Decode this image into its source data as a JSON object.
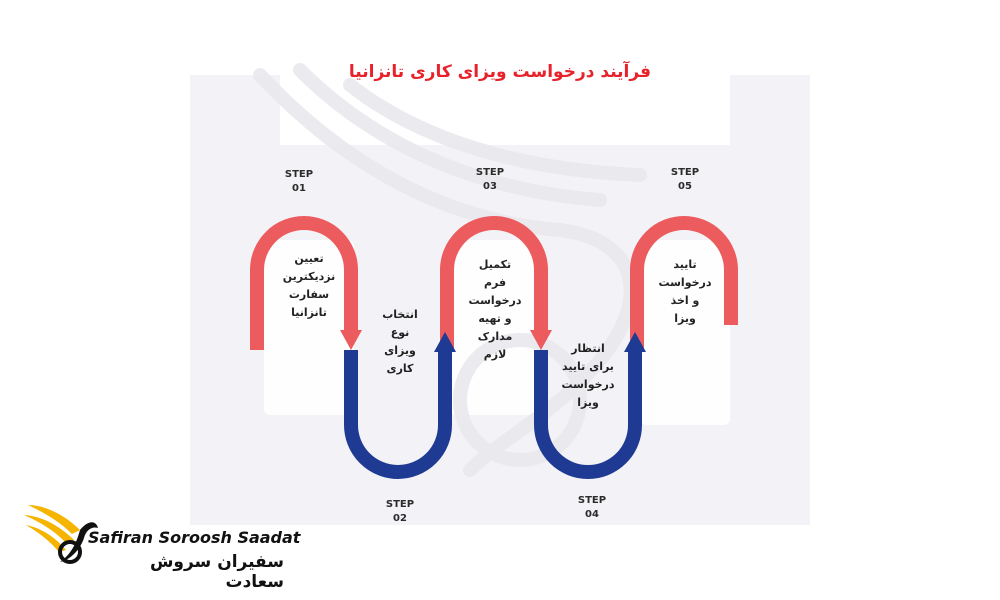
{
  "title": "فرآیند درخواست ویزای کاری تانزانیا",
  "colors": {
    "title": "#e8222a",
    "arc_red": "#ec5b5e",
    "arc_blue": "#1f3a93",
    "logo_gold": "#f5b400"
  },
  "steps": [
    {
      "word": "STEP",
      "number": "01",
      "lines": [
        "تعیین",
        "نزدیکترین",
        "سفارت",
        "تانزانیا"
      ],
      "arc_color": "red"
    },
    {
      "word": "STEP",
      "number": "02",
      "lines": [
        "انتخاب",
        "نوع",
        "ویزای",
        "کاری"
      ],
      "arc_color": "blue"
    },
    {
      "word": "STEP",
      "number": "03",
      "lines": [
        "تکمیل",
        "فرم",
        "درخواست",
        "و تهیه",
        "مدارک",
        "لازم"
      ],
      "arc_color": "red"
    },
    {
      "word": "STEP",
      "number": "04",
      "lines": [
        "انتظار",
        "برای تایید",
        "درخواست",
        "ویزا"
      ],
      "arc_color": "blue"
    },
    {
      "word": "STEP",
      "number": "05",
      "lines": [
        "تایید",
        "درخواست",
        "و اخذ",
        "ویزا"
      ],
      "arc_color": "red"
    }
  ],
  "brand": {
    "name_en": "Safiran Soroosh Saadat",
    "name_fa": "سفیران سروش سعادت",
    "logo_icon": "golden-wing-icon",
    "watermark_icon": "wing-watermark-icon"
  }
}
